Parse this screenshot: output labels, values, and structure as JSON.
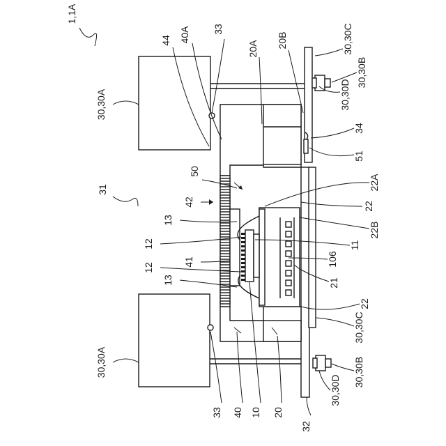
{
  "labels": {
    "fig_ref": "1,1A",
    "module_30A_top": "30,30A",
    "module_30A_bottom": "30,30A",
    "frame_44": "44",
    "plate_40A": "40A",
    "part_33_top": "33",
    "part_33_bottom": "33",
    "part_20A": "20A",
    "part_20B": "20B",
    "plate_30C_top": "30,30C",
    "fastener_30B_top": "30,30B",
    "fastener_30D_top": "30,30D",
    "part_34": "34",
    "part_51": "51",
    "part_50": "50",
    "part_22A": "22A",
    "part_22_top": "22",
    "part_22B": "22B",
    "part_11": "11",
    "part_106": "106",
    "part_21": "21",
    "part_22_bottom": "22",
    "part_31": "31",
    "heatsink_42": "42",
    "part_13_top": "13",
    "part_12_top": "12",
    "part_41": "41",
    "part_12_bottom": "12",
    "part_13_bottom": "13",
    "plate_30C_bottom": "30,30C",
    "fastener_30B_bottom": "30,30B",
    "fastener_30D_bottom": "30,30D",
    "part_40": "40",
    "part_10": "10",
    "part_20": "20",
    "board_32": "32"
  }
}
